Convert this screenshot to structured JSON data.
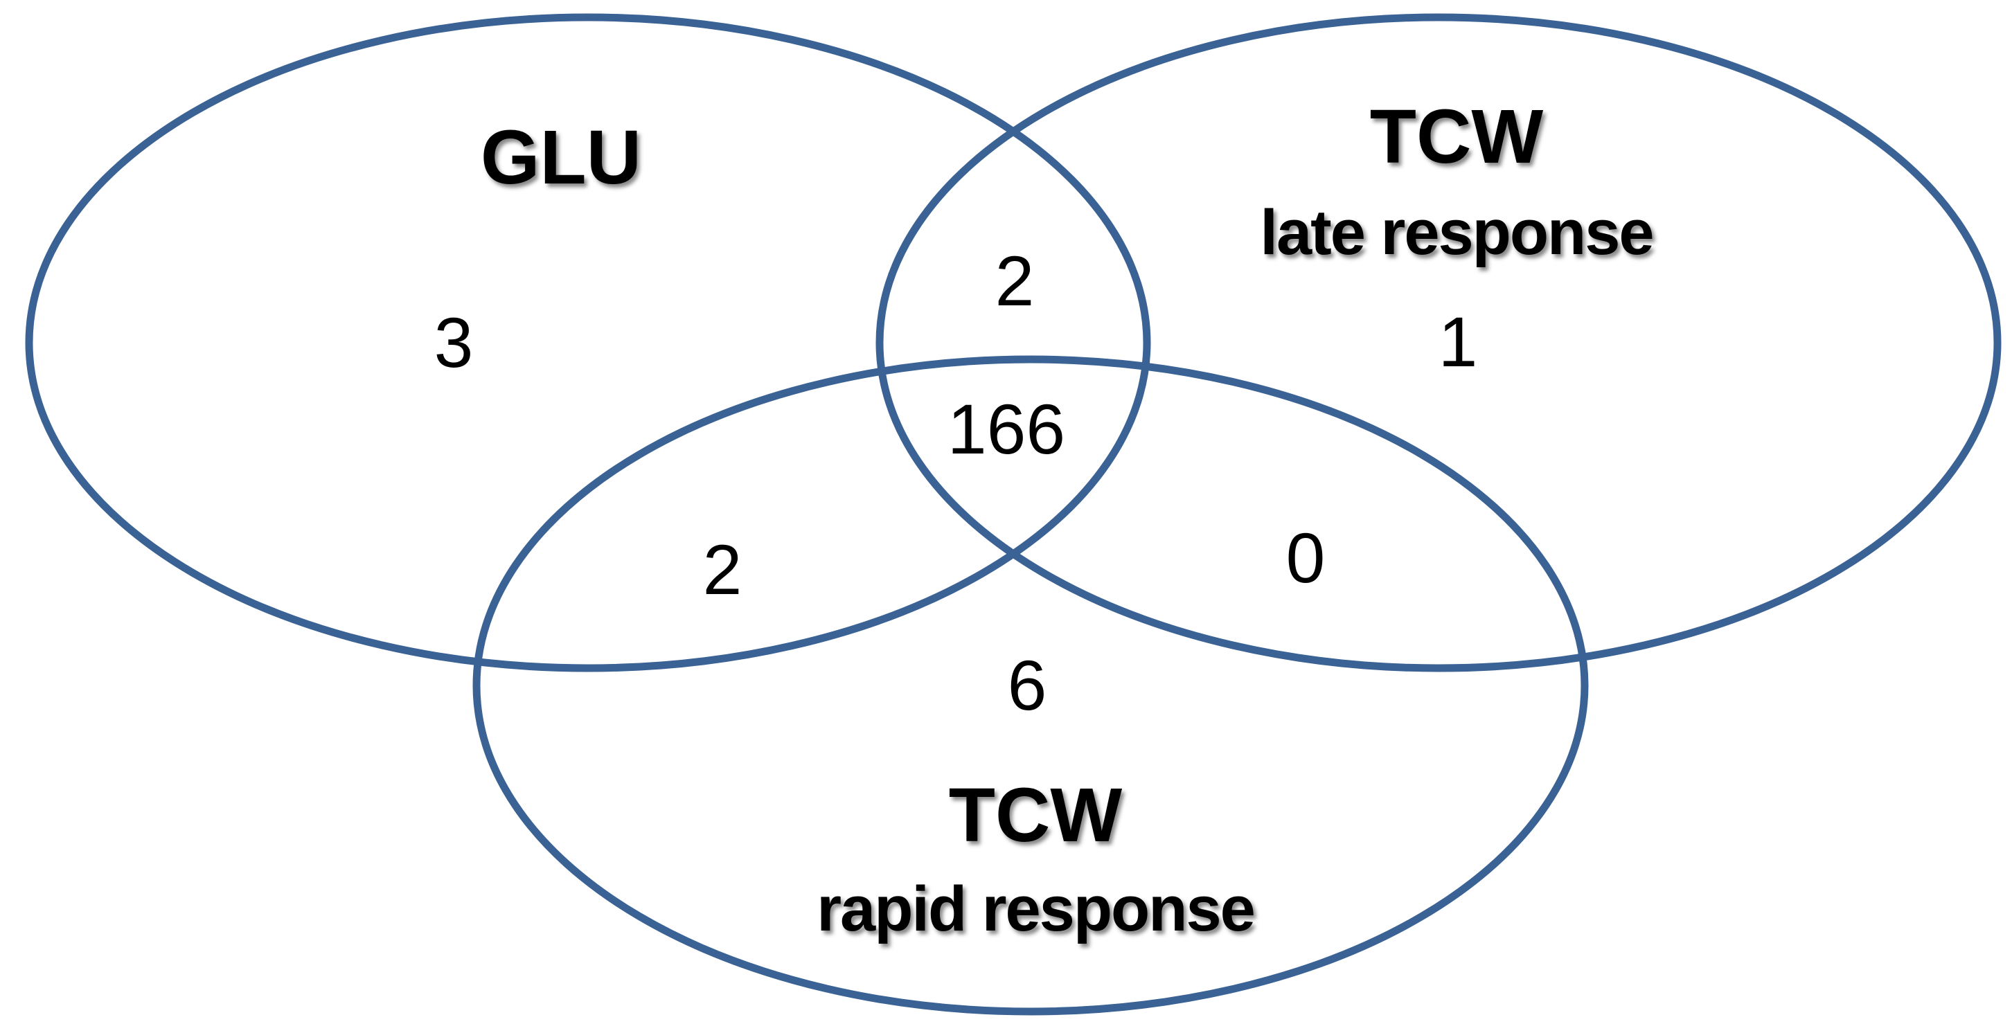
{
  "diagram": {
    "background_color": "#ffffff",
    "stroke_color": "#3A6294",
    "text_color": "#000000",
    "sets": [
      {
        "id": "glu",
        "title": "GLU",
        "subtitle": ""
      },
      {
        "id": "tcw_late",
        "title": "TCW",
        "subtitle": "late response"
      },
      {
        "id": "tcw_rapid",
        "title": "TCW",
        "subtitle": "rapid response"
      }
    ],
    "regions": [
      {
        "id": "glu_only",
        "value": "3"
      },
      {
        "id": "glu_and_late",
        "value": "2"
      },
      {
        "id": "late_only",
        "value": "1"
      },
      {
        "id": "glu_and_rapid",
        "value": "2"
      },
      {
        "id": "all_three",
        "value": "166"
      },
      {
        "id": "late_and_rapid",
        "value": "0"
      },
      {
        "id": "rapid_only",
        "value": "6"
      }
    ]
  },
  "chart_data": {
    "type": "venn",
    "sets": [
      "GLU",
      "TCW late response",
      "TCW rapid response"
    ],
    "region_values": {
      "GLU_only": 3,
      "TCW_late_response_only": 1,
      "TCW_rapid_response_only": 6,
      "GLU_and_TCW_late": 2,
      "GLU_and_TCW_rapid": 2,
      "TCW_late_and_TCW_rapid": 0,
      "GLU_and_TCW_late_and_TCW_rapid": 166
    }
  }
}
